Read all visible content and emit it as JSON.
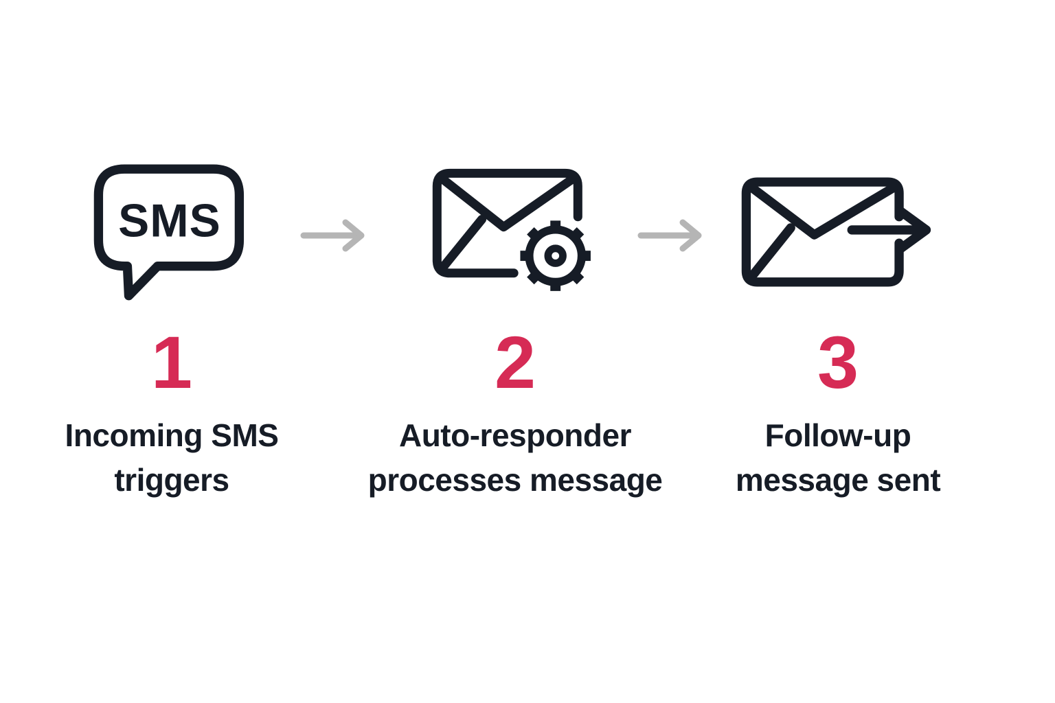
{
  "palette": {
    "ink": "#161c26",
    "accent": "#d62b55",
    "arrow_gray": "#b5b5b5",
    "background": "#ffffff"
  },
  "steps": [
    {
      "number": "1",
      "icon": "sms-speech-bubble-icon",
      "bubble_text": "SMS",
      "label_lines": [
        "Incoming SMS",
        "triggers"
      ]
    },
    {
      "number": "2",
      "icon": "envelope-gear-icon",
      "label_lines": [
        "Auto-responder",
        "processes message"
      ]
    },
    {
      "number": "3",
      "icon": "envelope-send-icon",
      "label_lines": [
        "Follow-up",
        "message sent"
      ]
    }
  ]
}
